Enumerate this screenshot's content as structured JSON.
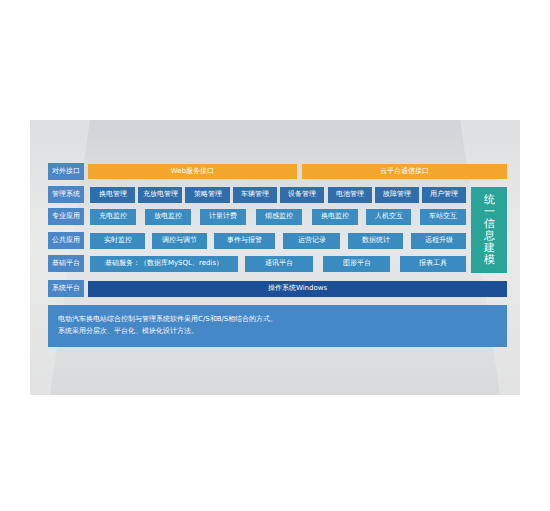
{
  "diagram": {
    "nodes": [
      {
        "text": [
          "对外接口"
        ]
      },
      {
        "text": [
          "Web服务接口"
        ]
      },
      {
        "text": [
          "云平台通信接口"
        ]
      },
      {
        "text": [
          "管理系统"
        ]
      },
      {
        "text": [
          "换电管理"
        ]
      },
      {
        "text": [
          "充放电管理"
        ]
      },
      {
        "text": [
          "策略管理"
        ]
      },
      {
        "text": [
          "车辆管理"
        ]
      },
      {
        "text": [
          "设备管理"
        ]
      },
      {
        "text": [
          "电池管理"
        ]
      },
      {
        "text": [
          "故障管理"
        ]
      },
      {
        "text": [
          "用户管理"
        ]
      },
      {
        "text": [
          "统一信息建模"
        ]
      },
      {
        "text": [
          "专业应用"
        ]
      },
      {
        "text": [
          "充电监控"
        ]
      },
      {
        "text": [
          "放电监控"
        ]
      },
      {
        "text": [
          "计量计费"
        ]
      },
      {
        "text": [
          "烟感监控"
        ]
      },
      {
        "text": [
          "换电监控"
        ]
      },
      {
        "text": [
          "人机交互"
        ]
      },
      {
        "text": [
          "车站交互"
        ]
      },
      {
        "text": [
          "公共应用"
        ]
      },
      {
        "text": [
          "实时监控"
        ]
      },
      {
        "text": [
          "调控与调节"
        ]
      },
      {
        "text": [
          "事件与报警"
        ]
      },
      {
        "text": [
          "运营记录"
        ]
      },
      {
        "text": [
          "数据统计"
        ]
      },
      {
        "text": [
          "远程升级"
        ]
      },
      {
        "text": [
          "基础平台"
        ]
      },
      {
        "text": [
          "基础服务：（数据库MySQL、redis）"
        ]
      },
      {
        "text": [
          "通讯平台"
        ]
      },
      {
        "text": [
          "图形平台"
        ]
      },
      {
        "text": [
          "报表工具"
        ]
      },
      {
        "text": [
          "系统平台"
        ]
      },
      {
        "text": [
          "操作系统Windows"
        ]
      },
      {
        "text": [
          "电动汽车换电站综合控制与管理系统软件采用C/S和B/S相结合的方式。",
          "系统采用分层次、平台化、模块化设计方法。"
        ]
      }
    ]
  }
}
